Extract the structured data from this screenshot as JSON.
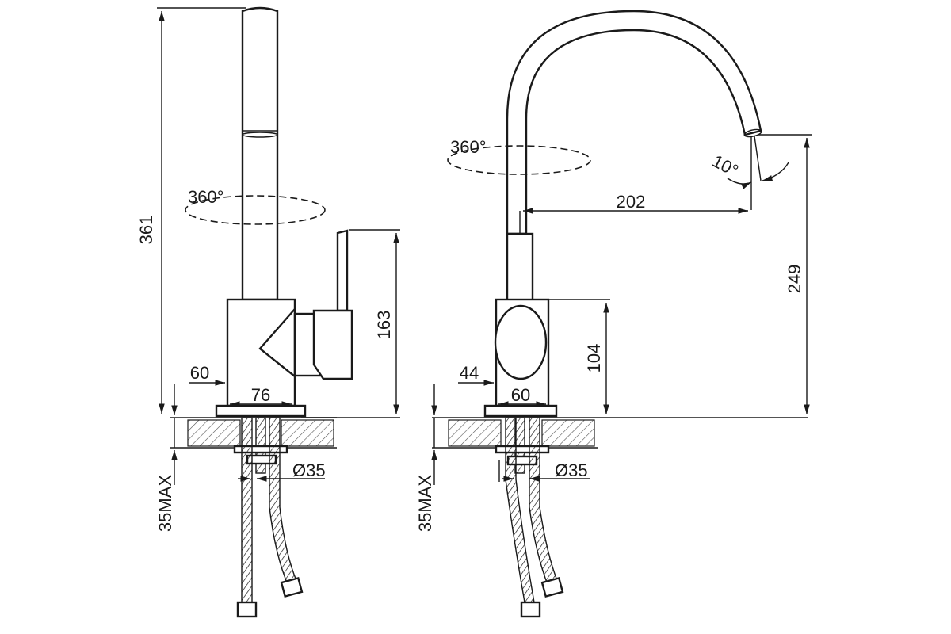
{
  "colors": {
    "line": "#1a1a1a",
    "background": "#ffffff",
    "hatch": "#555555"
  },
  "left_view": {
    "total_height": "361",
    "rotation": "360°",
    "handle_height": "163",
    "body_width": "60",
    "base_width": "76",
    "hole_diameter": "Ø35",
    "countertop_max": "35MAX"
  },
  "right_view": {
    "rotation": "360°",
    "tilt": "10°",
    "spout_reach": "202",
    "spout_height": "249",
    "body_height": "104",
    "body_depth": "44",
    "base_width": "60",
    "hole_diameter": "Ø35",
    "countertop_max": "35MAX"
  }
}
